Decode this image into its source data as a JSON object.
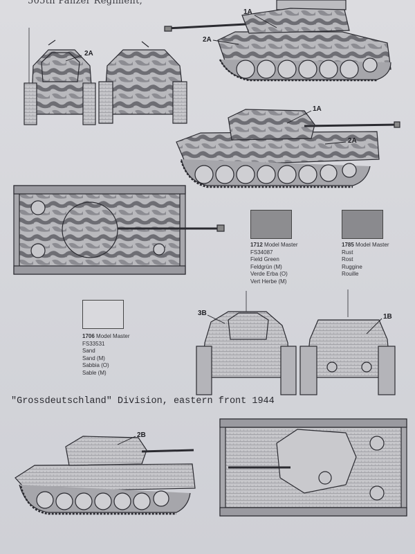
{
  "page": {
    "header_text": "505th Panzer Regiment,",
    "section_caption": "\"Grossdeutschland\" Division, eastern front 1944"
  },
  "callouts": {
    "c1": "1A",
    "c2": "2A",
    "c3": "2A",
    "c4": "1A",
    "c5": "2A",
    "c6": "3B",
    "c7": "1B",
    "c8": "2B"
  },
  "swatches": [
    {
      "code": "1712",
      "brand": "Model Master",
      "fs": "FS34087",
      "names": [
        "Field Green",
        "Feldgrün (M)",
        "Verde Erba (O)",
        "Vert Herbe (M)"
      ],
      "color": "#8d8d90"
    },
    {
      "code": "1785",
      "brand": "Model Master",
      "fs": "",
      "names": [
        "Rust",
        "Rost",
        "Ruggine",
        "Rouille"
      ],
      "color": "#8a8a8e"
    },
    {
      "code": "1706",
      "brand": "Model Master",
      "fs": "FS33531",
      "names": [
        "Sand",
        "Sand (M)",
        "Sabbia (O)",
        "Sable (M)"
      ],
      "color": "#d9d9dd"
    }
  ]
}
